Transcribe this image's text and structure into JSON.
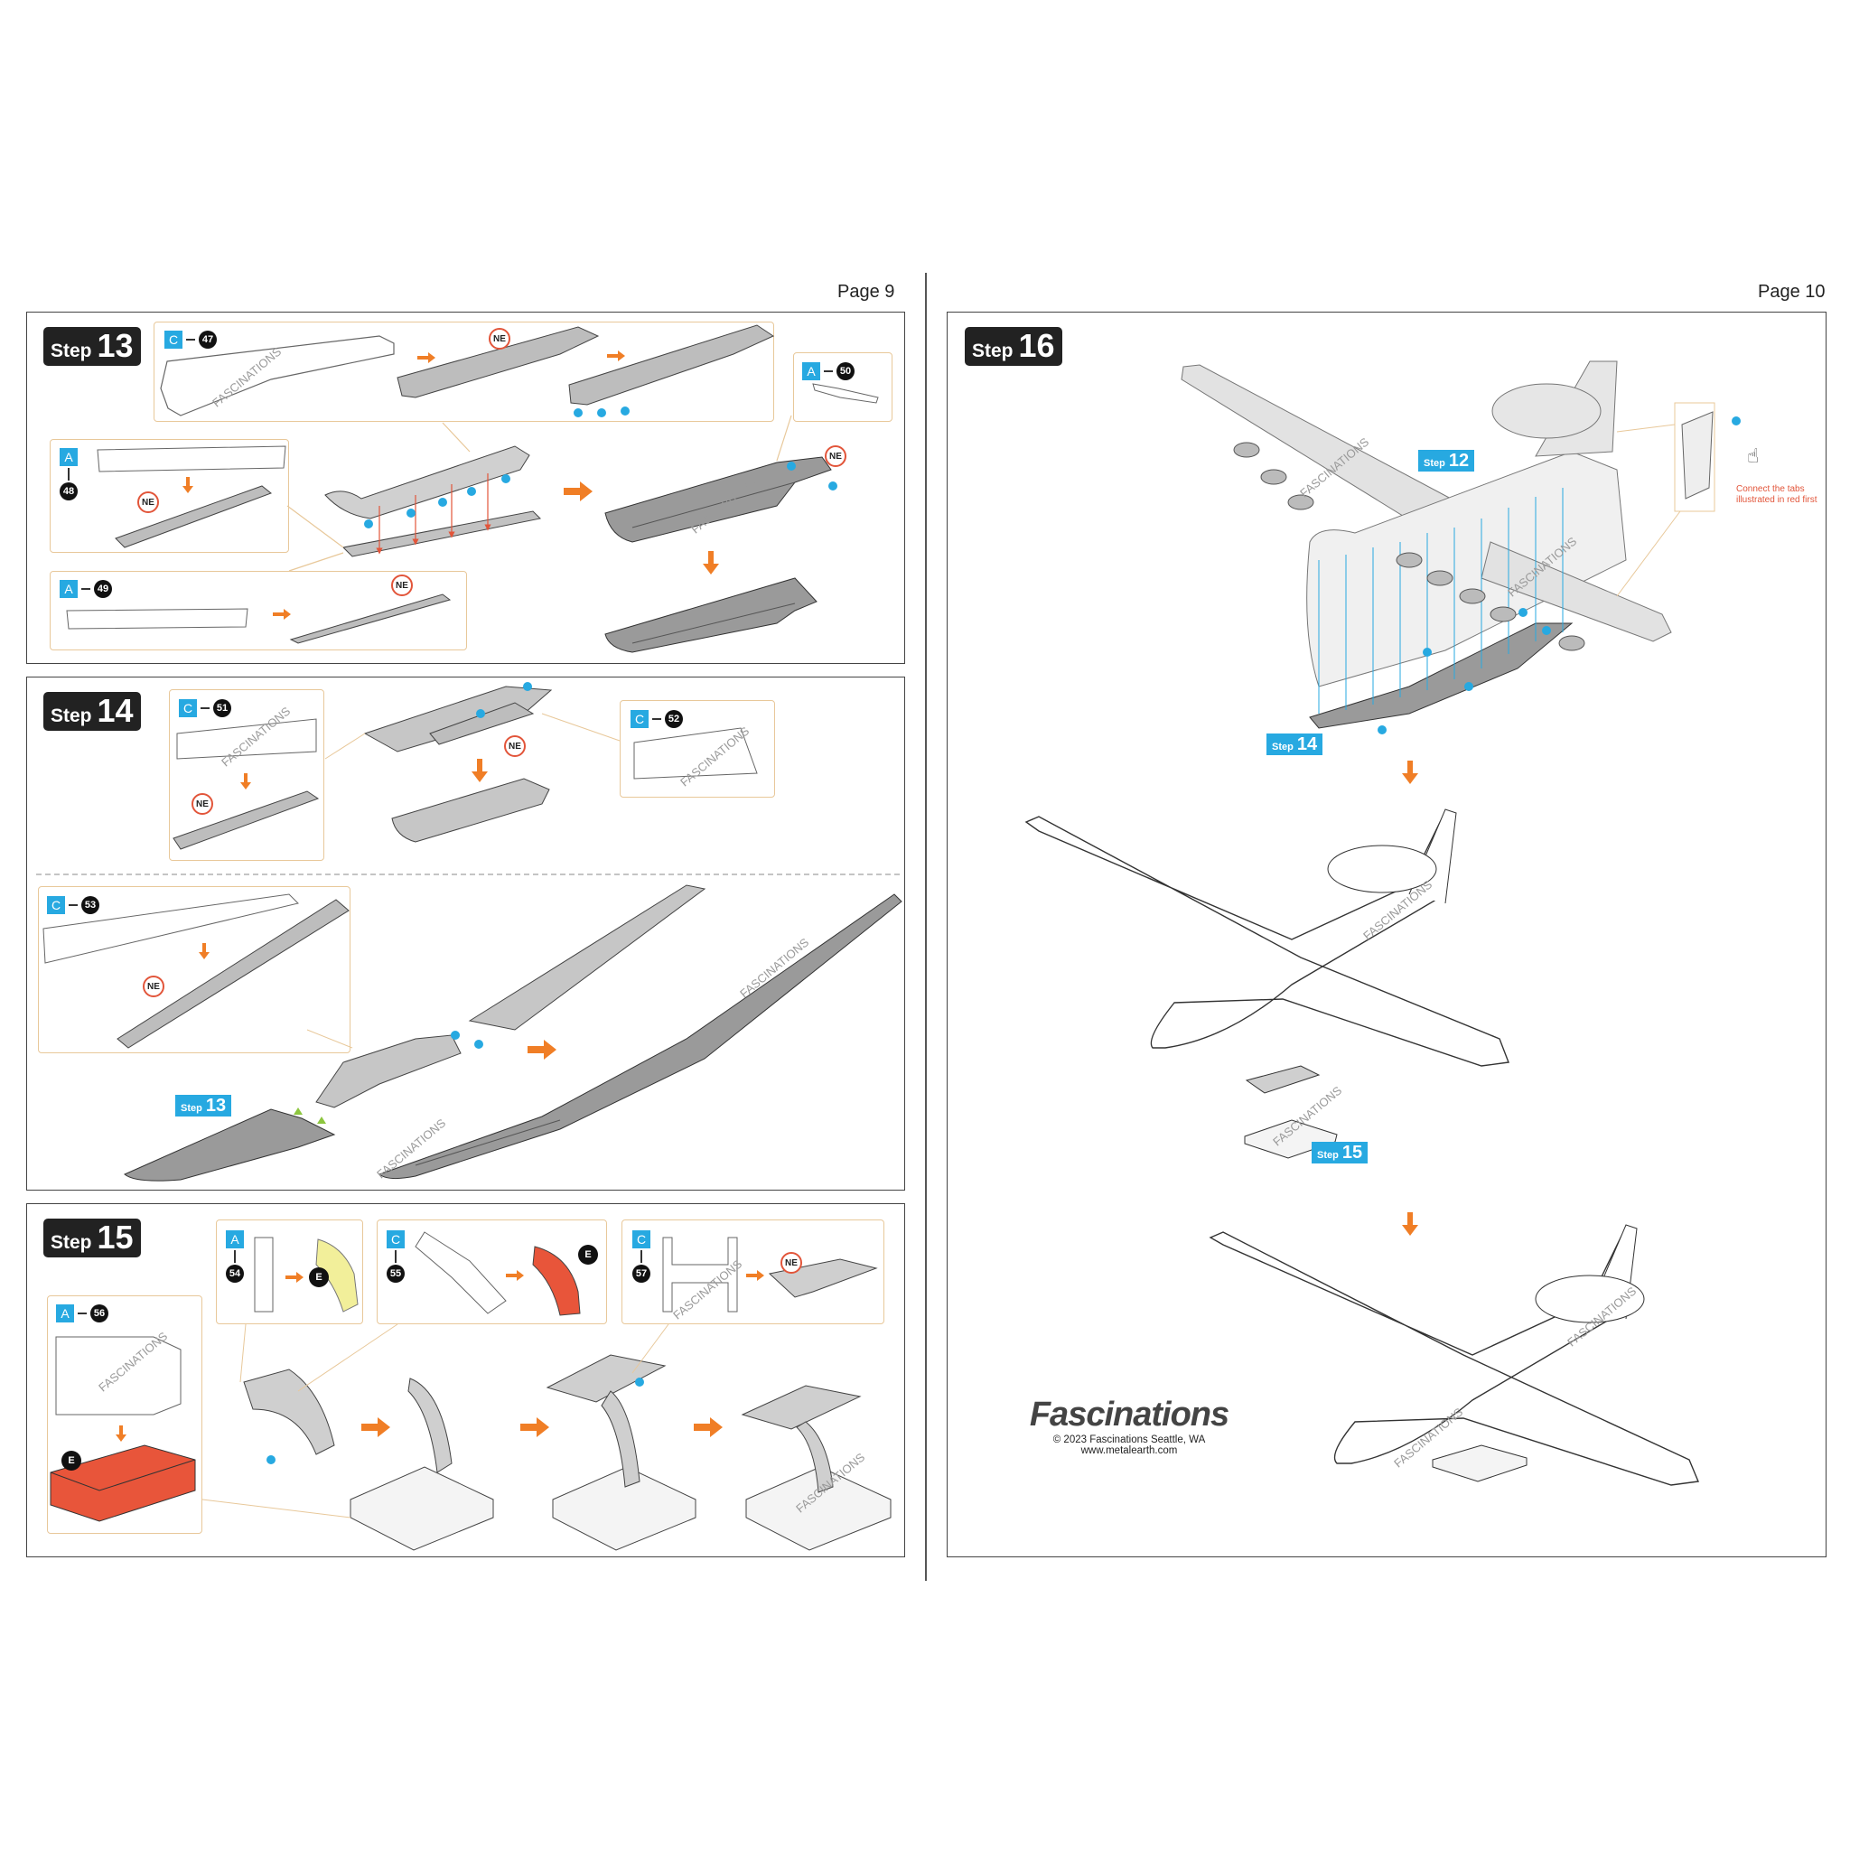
{
  "pages": {
    "left_label": "Page 9",
    "right_label": "Page 10"
  },
  "step_word": "Step",
  "steps": {
    "s13": {
      "number": "13"
    },
    "s14": {
      "number": "14"
    },
    "s15": {
      "number": "15"
    },
    "s16": {
      "number": "16"
    }
  },
  "sheets": {
    "p47": {
      "letter": "C",
      "num": "47"
    },
    "p48": {
      "letter": "A",
      "num": "48"
    },
    "p49": {
      "letter": "A",
      "num": "49"
    },
    "p50": {
      "letter": "A",
      "num": "50"
    },
    "p51": {
      "letter": "C",
      "num": "51"
    },
    "p52": {
      "letter": "C",
      "num": "52"
    },
    "p53": {
      "letter": "C",
      "num": "53"
    },
    "p54": {
      "letter": "A",
      "num": "54"
    },
    "p55": {
      "letter": "C",
      "num": "55"
    },
    "p56": {
      "letter": "A",
      "num": "56"
    },
    "p57": {
      "letter": "C",
      "num": "57"
    }
  },
  "ne_label": "NE",
  "e_label": "E",
  "watermark": "FASCINATIONS",
  "callouts": {
    "c13": "13",
    "c12": "12",
    "c14": "14",
    "c15": "15"
  },
  "note": {
    "line1": "Connect the tabs",
    "line2": "illustrated in red first"
  },
  "brand": {
    "logo": "Fascinations",
    "copyright": "© 2023 Fascinations Seattle, WA",
    "url": "www.metalearth.com"
  },
  "colors": {
    "accent_blue": "#27a9e1",
    "arrow_orange": "#f07e26",
    "red": "#e2553a",
    "tan_border": "#e8c89a",
    "part_gray": "#9a9a9a",
    "base_red": "#e8553a",
    "yellow": "#f2ef9a"
  }
}
